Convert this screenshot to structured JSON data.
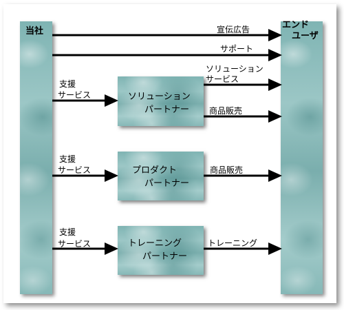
{
  "company": {
    "label": "当社"
  },
  "end_user": {
    "line1": "エンド",
    "line2": "ユーザ"
  },
  "direct_flows": [
    {
      "label": "宣伝広告"
    },
    {
      "label": "サポート"
    }
  ],
  "partners": [
    {
      "support_line1": "支援",
      "support_line2": "サービス",
      "name_line1": "ソリューション",
      "name_line2": "パートナー",
      "outputs": [
        {
          "line1": "ソリューション",
          "line2": "サービス"
        },
        {
          "line1": "商品販売",
          "line2": ""
        }
      ]
    },
    {
      "support_line1": "支援",
      "support_line2": "サービス",
      "name_line1": "プロダクト",
      "name_line2": "パートナー",
      "outputs": [
        {
          "line1": "商品販売",
          "line2": ""
        }
      ]
    },
    {
      "support_line1": "支援",
      "support_line2": "サービス",
      "name_line1": "トレーニング",
      "name_line2": "パートナー",
      "outputs": [
        {
          "line1": "トレーニング",
          "line2": ""
        }
      ]
    }
  ],
  "colors": {
    "teal": "#8fbfbe",
    "line": "#000000"
  }
}
